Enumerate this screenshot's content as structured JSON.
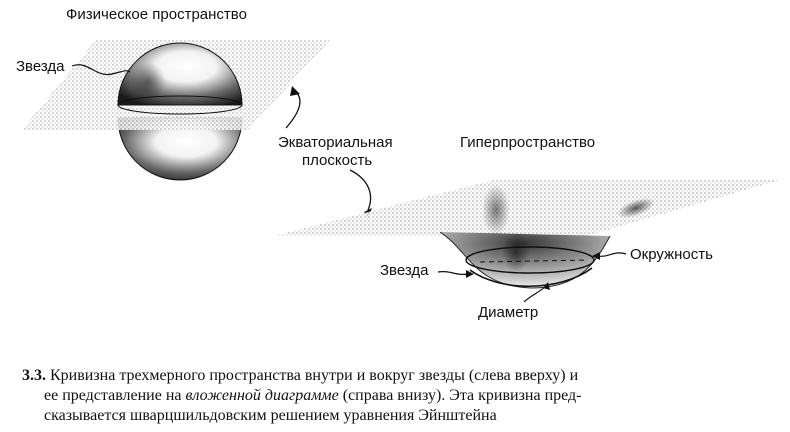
{
  "figure": {
    "label_physical_space": "Физическое пространство",
    "label_star_top": "Звезда",
    "label_equatorial_plane_1": "Экваториальная",
    "label_equatorial_plane_2": "плоскость",
    "label_hyperspace": "Гиперпространство",
    "label_circumference": "Окружность",
    "label_star_bottom": "Звезда",
    "label_diameter": "Диаметр"
  },
  "caption": {
    "number": "3.3.",
    "line1_a": "Кривизна трехмерного пространства внутри и вокруг звезды (слева вверху) и",
    "line2_a": "ее представление на ",
    "line2_em": "вложенной диаграмме",
    "line2_b": " (справа внизу). Эта кривизна пред-",
    "line3": "сказывается шварцшильдовским решением уравнения Эйнштейна"
  }
}
